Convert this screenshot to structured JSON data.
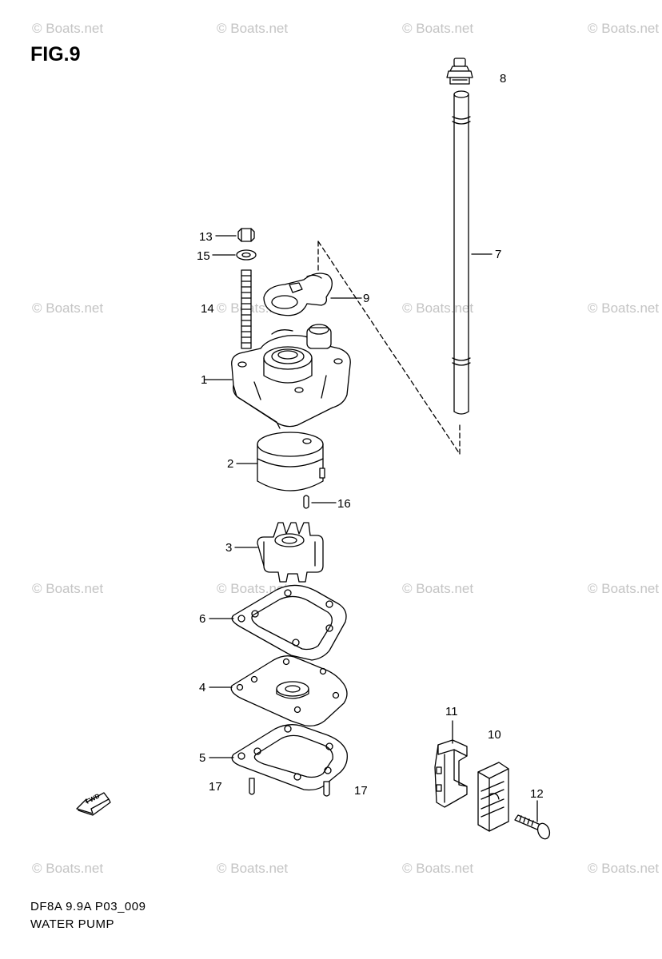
{
  "figure_label": "FIG.9",
  "drawing_code": "DF8A 9.9A P03_009",
  "section_name": "WATER PUMP",
  "watermark_text": "© Boats.net",
  "callouts": {
    "c1": "1",
    "c2": "2",
    "c3": "3",
    "c4": "4",
    "c5": "5",
    "c6": "6",
    "c7": "7",
    "c8": "8",
    "c9": "9",
    "c10": "10",
    "c11": "11",
    "c12": "12",
    "c13": "13",
    "c14": "14",
    "c15": "15",
    "c16": "16",
    "c17a": "17",
    "c17b": "17"
  },
  "arrow_label": "FWD",
  "colors": {
    "line": "#000000",
    "watermark": "#c4c4c4",
    "background": "#ffffff"
  }
}
